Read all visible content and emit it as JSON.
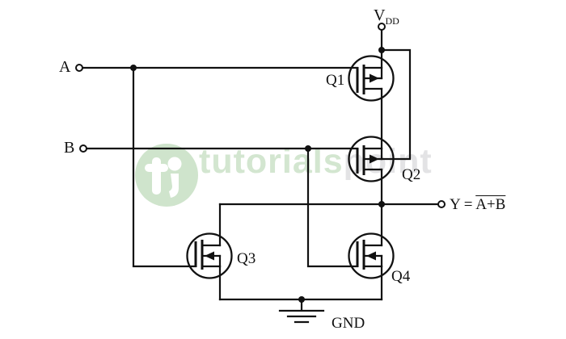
{
  "labels": {
    "input_a": "A",
    "input_b": "B",
    "vdd_main": "V",
    "vdd_sub": "DD",
    "gnd": "GND",
    "q1": "Q1",
    "q2": "Q2",
    "q3": "Q3",
    "q4": "Q4",
    "output_prefix": "Y = ",
    "output_expr": "A+B"
  },
  "watermark": {
    "text_green": "tutorials",
    "text_gray": "point"
  },
  "colors": {
    "wire": "#111111",
    "watermark_green": "#d3e6d0",
    "watermark_gray": "#e3e3e5",
    "logo_fill": "#cfe4cc"
  }
}
